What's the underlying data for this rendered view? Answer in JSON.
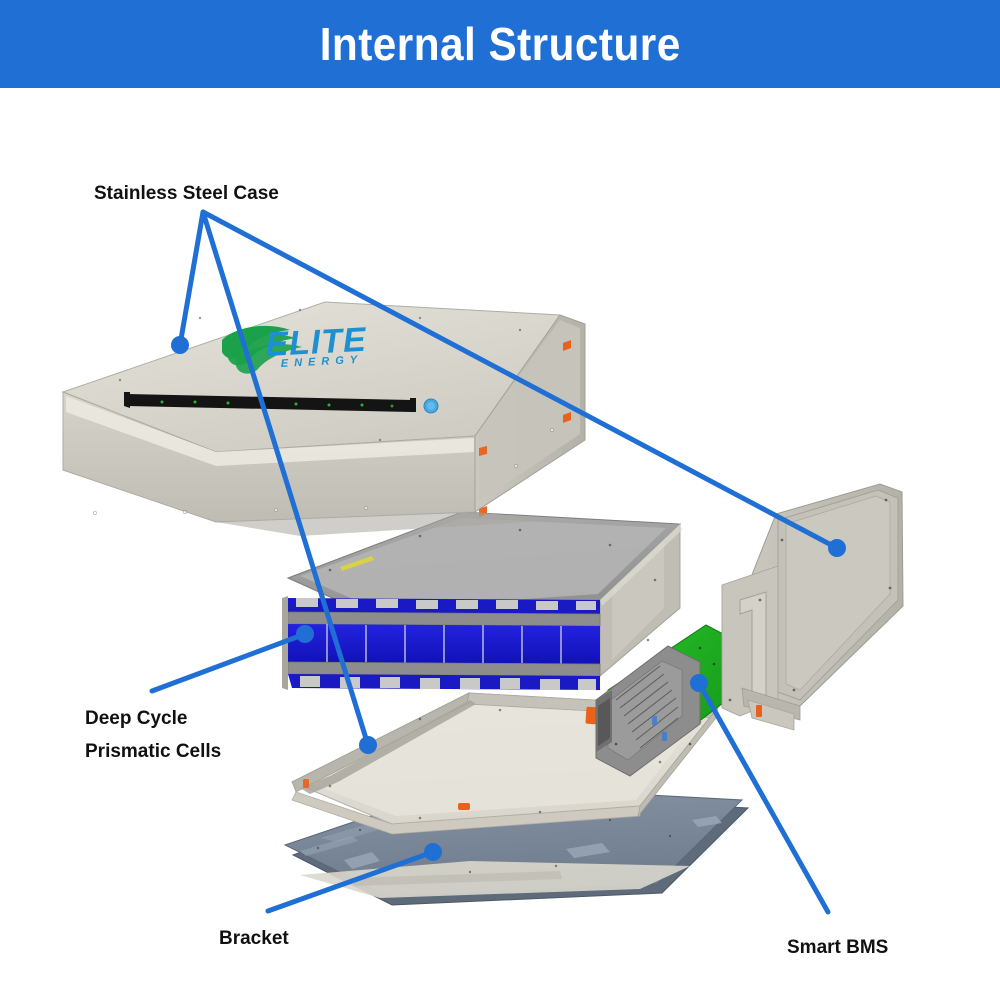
{
  "header": {
    "title": "Internal Structure",
    "band_color": "#1f6fd4",
    "text_color": "#ffffff"
  },
  "brand": {
    "name": "ELITE",
    "tagline": "ENERGY",
    "leaf_color": "#1ba14a",
    "wordmark_color": "#1e8fd0"
  },
  "callouts": [
    {
      "id": "stainless-steel-case",
      "label": "Stainless Steel Case"
    },
    {
      "id": "deep-cycle-prismatic-cells",
      "label_line1": "Deep Cycle",
      "label_line2": "Prismatic Cells"
    },
    {
      "id": "bracket",
      "label": "Bracket"
    },
    {
      "id": "smart-bms",
      "label": "Smart BMS"
    }
  ],
  "leader": {
    "color": "#1f6fd4",
    "width": 5,
    "dot_radius": 9
  },
  "components": {
    "top_cover": {
      "name": "Stainless Steel Top Cover",
      "body_color": "#d8d6cc",
      "face_color": "#c9c7bd"
    },
    "display_strip": {
      "name": "LED Status Display",
      "color": "#121212",
      "led_color": "#2fd02f"
    },
    "power_button": {
      "name": "Power Button",
      "color": "#4aa8e0"
    },
    "cell_stack": {
      "name": "Prismatic Cell Stack",
      "cell_color": "#1919cf",
      "plate_color": "#9a9a9a",
      "cell_count": 8
    },
    "base_tray": {
      "name": "Base Tray",
      "color": "#e2e0d6",
      "connector_color": "#e8621c"
    },
    "bracket_plate": {
      "name": "Bracket Plate",
      "color": "#7c8a9b"
    },
    "bms_board": {
      "name": "Smart BMS Board",
      "pcb_color": "#21b521",
      "heatsink_color": "#8e8e8e"
    },
    "side_panel": {
      "name": "Stainless Steel Side Panel",
      "color": "#cfcdc4"
    }
  }
}
